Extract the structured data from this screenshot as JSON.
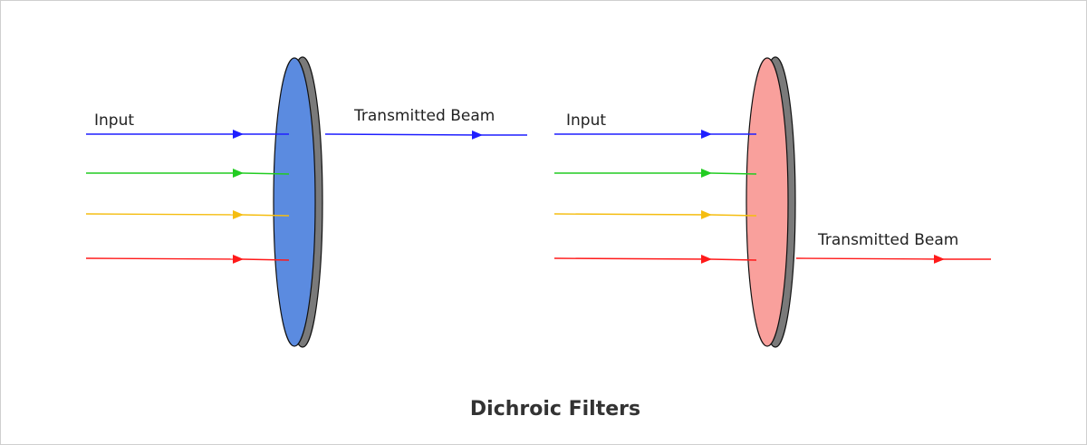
{
  "caption": "Dichroic Filters",
  "colors": {
    "blue": "#1f1fff",
    "green": "#22cc22",
    "yellow": "#f5bd10",
    "red": "#ff1a1a",
    "blue_filter": "#5b8be0",
    "red_filter": "#f9a09c",
    "filter_edge": "#7a7a7a"
  },
  "left_panel": {
    "input_label": "Input",
    "output_label": "Transmitted Beam",
    "filter_color": "blue",
    "transmitted_color": "blue"
  },
  "right_panel": {
    "input_label": "Input",
    "output_label": "Transmitted Beam",
    "filter_color": "red",
    "transmitted_color": "red"
  }
}
